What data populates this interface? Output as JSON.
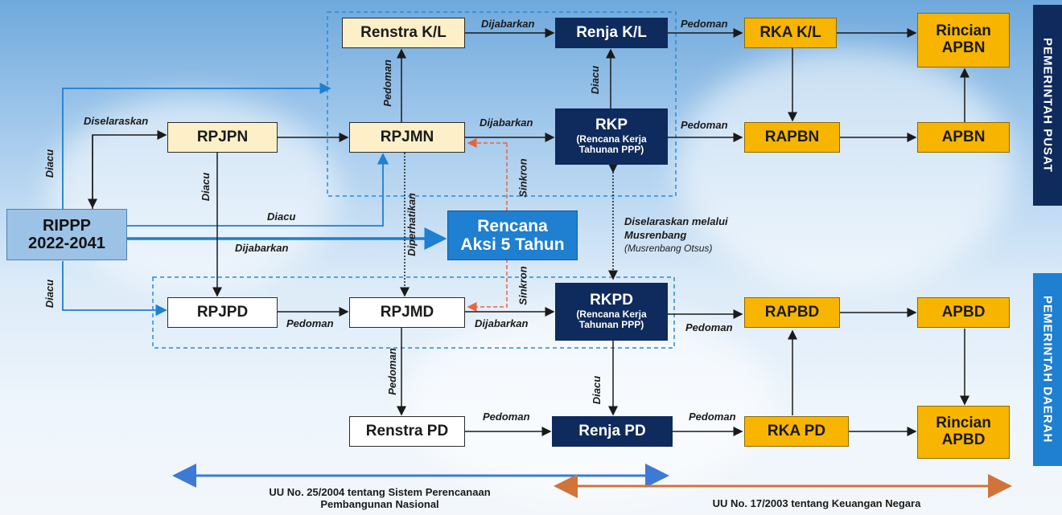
{
  "boxes": {
    "renstra_kl": "Renstra K/L",
    "renja_kl": "Renja K/L",
    "rka_kl": "RKA K/L",
    "rincian_apbn": [
      "Rincian",
      "APBN"
    ],
    "rpjpn": "RPJPN",
    "rpjmn": "RPJMN",
    "rkp": "RKP",
    "rkp_sub": [
      "(Rencana Kerja",
      "Tahunan PPP)"
    ],
    "rapbn": "RAPBN",
    "apbn": "APBN",
    "rippp": [
      "RIPPP",
      "2022-2041"
    ],
    "rencana_aksi": [
      "Rencana",
      "Aksi 5 Tahun"
    ],
    "rpjpd": "RPJPD",
    "rpjmd": "RPJMD",
    "rkpd": "RKPD",
    "rkpd_sub": [
      "(Rencana Kerja",
      "Tahunan PPP)"
    ],
    "rapbd": "RAPBD",
    "apbd": "APBD",
    "renstra_pd": "Renstra PD",
    "renja_pd": "Renja PD",
    "rka_pd": "RKA PD",
    "rincian_apbd": [
      "Rincian",
      "APBD"
    ]
  },
  "labels": {
    "dijabarkan": "Dijabarkan",
    "pedoman": "Pedoman",
    "diacu": "Diacu",
    "diselaraskan": "Diselaraskan",
    "sinkron": "Sinkron",
    "diperhatikan": "Diperhatikan",
    "musrenbang_1": "Diselaraskan melalui",
    "musrenbang_2": "Musrenbang",
    "musrenbang_3": "(Musrenbang Otsus)"
  },
  "sides": {
    "pusat": "PEMERINTAH PUSAT",
    "daerah": "PEMERINTAH DAERAH"
  },
  "laws": {
    "uu25_1": "UU No. 25/2004 tentang Sistem Perencanaan",
    "uu25_2": "Pembangunan Nasional",
    "uu17": "UU No. 17/2003 tentang Keuangan Negara"
  },
  "colors": {
    "navy": "#0f2a5c",
    "gold": "#f7b500",
    "cream": "#fdf0c9",
    "blue": "#1f7fd0",
    "side_bar": "#0f2a5c",
    "side_bar_daerah": "#1f7fd0",
    "law_blue": "#3d7ad6",
    "law_orange": "#d0743a",
    "sinkron_line": "#e8643c"
  }
}
